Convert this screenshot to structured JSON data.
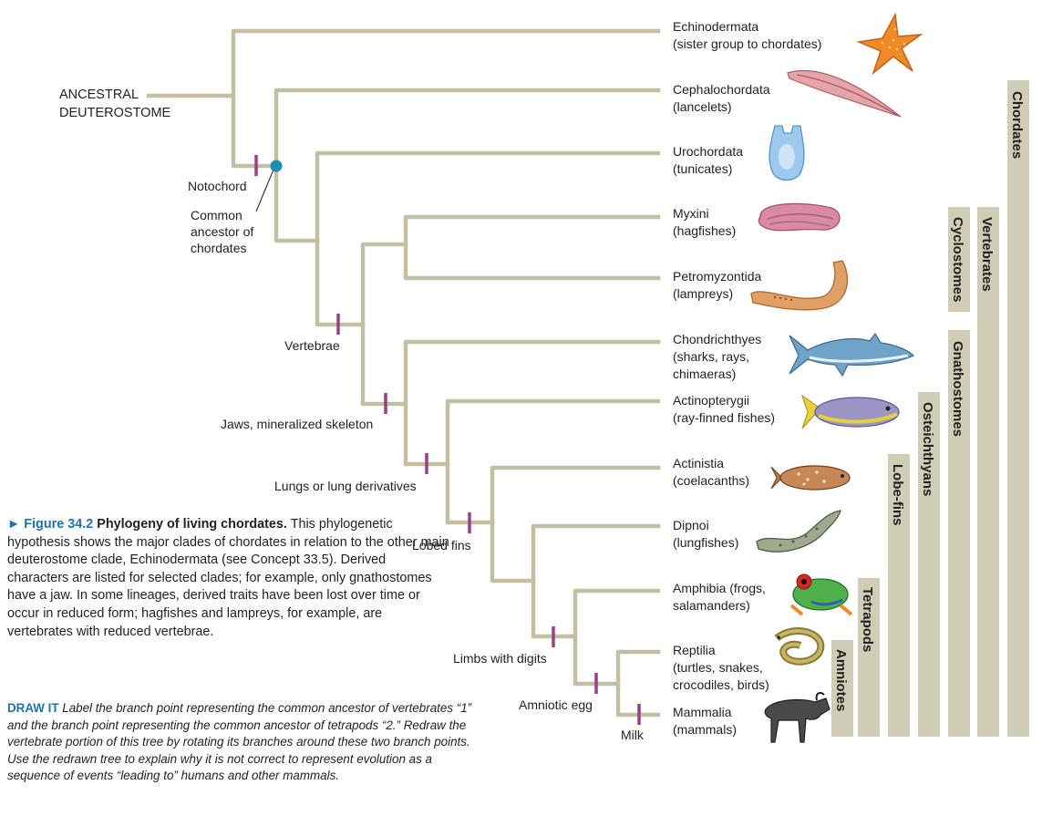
{
  "colors": {
    "branch": "#c2bfa2",
    "mark": "#9c3f86",
    "node_dot": "#1b8fb3",
    "clade_bar": "#cfcdb6",
    "caption_accent": "#1e73a8"
  },
  "root_label": "ANCESTRAL\nDEUTEROSTOME",
  "node_labels": {
    "notochord": "Notochord",
    "common_ancestor": "Common\nancestor of\nchordates",
    "vertebrae": "Vertebrae",
    "jaws": "Jaws, mineralized skeleton",
    "lungs": "Lungs or lung derivatives",
    "lobed_fins": "Lobed fins",
    "limbs": "Limbs with digits",
    "amniotic_egg": "Amniotic egg",
    "milk": "Milk"
  },
  "taxa": [
    {
      "name": "Echinodermata\n(sister group to chordates)",
      "icon": "starfish-icon"
    },
    {
      "name": "Cephalochordata\n(lancelets)",
      "icon": "lancelet-icon"
    },
    {
      "name": "Urochordata\n(tunicates)",
      "icon": "tunicate-icon"
    },
    {
      "name": "Myxini\n(hagfishes)",
      "icon": "hagfish-icon"
    },
    {
      "name": "Petromyzontida\n(lampreys)",
      "icon": "lamprey-icon"
    },
    {
      "name": "Chondrichthyes\n(sharks, rays,\n chimaeras)",
      "icon": "shark-icon"
    },
    {
      "name": "Actinopterygii\n(ray-finned fishes)",
      "icon": "ray-finned-fish-icon"
    },
    {
      "name": "Actinistia\n(coelacanths)",
      "icon": "coelacanth-icon"
    },
    {
      "name": "Dipnoi\n(lungfishes)",
      "icon": "lungfish-icon"
    },
    {
      "name": "Amphibia (frogs,\nsalamanders)",
      "icon": "frog-icon"
    },
    {
      "name": "Reptilia\n(turtles, snakes,\ncrocodiles, birds)",
      "icon": "snake-icon"
    },
    {
      "name": "Mammalia\n(mammals)",
      "icon": "wildebeest-icon"
    }
  ],
  "clades": [
    "Chordates",
    "Vertebrates",
    "Cyclostomes",
    "Gnathostomes",
    "Osteichthyans",
    "Lobe-fins",
    "Tetrapods",
    "Amniotes"
  ],
  "caption": {
    "figure": "► Figure 34.2",
    "title": "Phylogeny of living chordates.",
    "text": "This phylogenetic hypothesis shows the major clades of chordates in relation to the other main deuterostome clade, Echinodermata (see Concept 33.5). Derived characters are listed for selected clades; for example, only gnathostomes have a jaw. In some lineages, derived traits have been lost over time or occur in reduced form; hagfishes and lampreys, for example, are vertebrates with reduced vertebrae."
  },
  "draw_it": {
    "head": "DRAW IT",
    "text": "Label the branch point representing the common ancestor of vertebrates “1” and the branch point representing the common ancestor of tetrapods “2.” Redraw the vertebrate portion of this tree by rotating its branches around these two branch points. Use the redrawn tree to explain why it is not correct to represent evolution as a sequence of events “leading to” humans and other mammals."
  }
}
